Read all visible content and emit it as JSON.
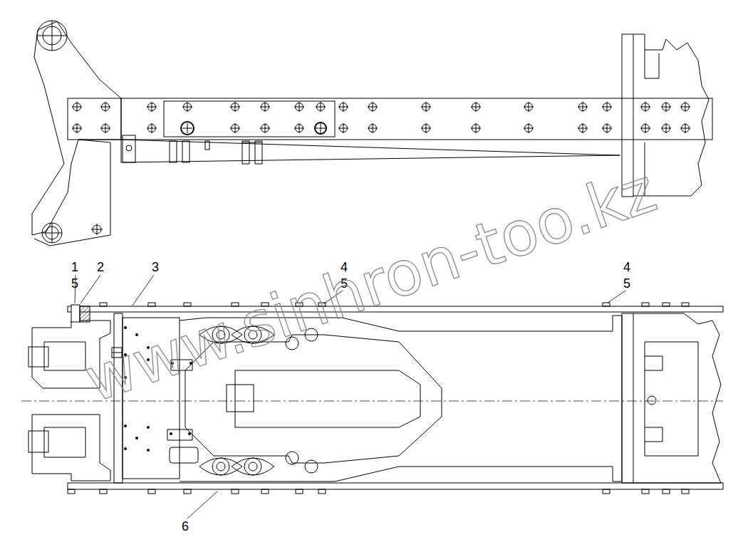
{
  "diagram": {
    "labels": [
      "1",
      "5",
      "2",
      "3",
      "4",
      "5",
      "4",
      "5",
      "6",
      "www.sinhron-too.kz"
    ]
  }
}
